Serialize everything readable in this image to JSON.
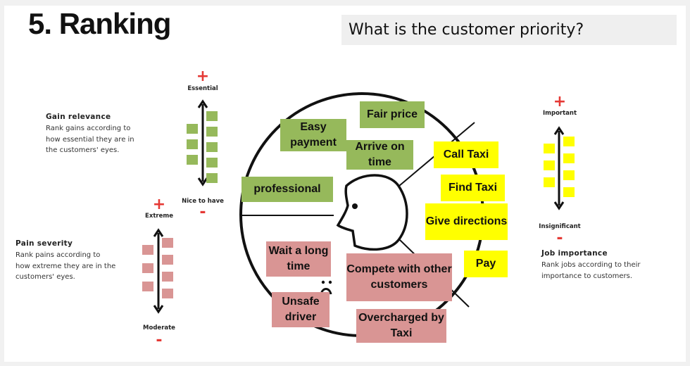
{
  "header": {
    "title": "5. Ranking",
    "question": "What is the customer priority?"
  },
  "gain": {
    "heading": "Gain relevance",
    "description_lines": [
      "Rank gains according to",
      "how essential they are in",
      "the customers' eyes."
    ],
    "top_label": "Essential",
    "bottom_label": "Nice to have",
    "plus": "+",
    "minus": "-"
  },
  "pain": {
    "heading": "Pain severity",
    "description_lines": [
      "Rank pains according to",
      "how extreme they are in the",
      "customers' eyes."
    ],
    "top_label": "Extreme",
    "bottom_label": "Moderate",
    "plus": "+",
    "minus": "-"
  },
  "job": {
    "heading": "Job importance",
    "description_lines": [
      "Rank jobs according to their",
      "importance to customers."
    ],
    "top_label": "Important",
    "bottom_label": "Insignificant",
    "plus": "+",
    "minus": "-"
  },
  "notes": {
    "gains": [
      "Easy payment",
      "Fair price",
      "Arrive on time",
      "professional"
    ],
    "jobs": [
      "Call Taxi",
      "Find Taxi",
      "Give directions",
      "Pay"
    ],
    "pains": [
      "Wait a long time",
      "Compete with other customers",
      "Unsafe driver",
      "Overcharged by Taxi"
    ]
  },
  "colors": {
    "gain": "#96b95b",
    "job": "#ffff00",
    "pain": "#d99594",
    "sign": "#e53935"
  }
}
